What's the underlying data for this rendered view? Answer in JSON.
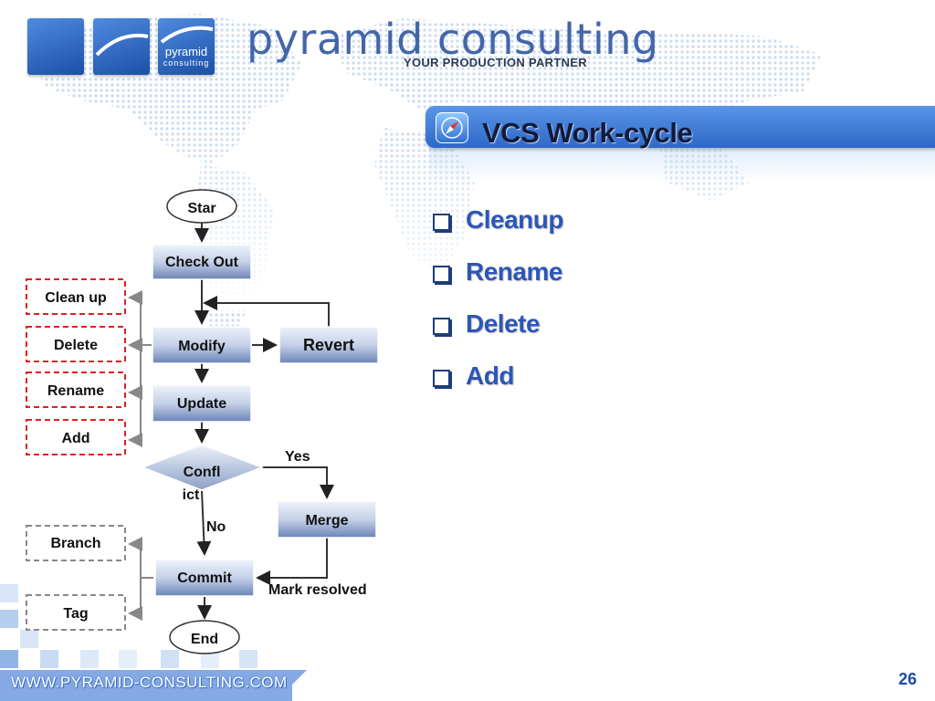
{
  "header": {
    "logo_text_line1": "pyramid",
    "logo_text_line2": "consulting",
    "brand_name": "pyramid consulting",
    "tagline": "YOUR PRODUCTION PARTNER"
  },
  "title": "VCS Work-cycle",
  "bullets": [
    {
      "label": "Cleanup"
    },
    {
      "label": "Rename"
    },
    {
      "label": "Delete"
    },
    {
      "label": "Add"
    }
  ],
  "flowchart": {
    "nodes": {
      "start": "Star",
      "checkout": "Check Out",
      "modify": "Modify",
      "revert": "Revert",
      "update": "Update",
      "conflict_line1": "Confl",
      "conflict_line2": "ict",
      "merge": "Merge",
      "commit": "Commit",
      "end": "End"
    },
    "side_ops": [
      "Clean up",
      "Delete",
      "Rename",
      "Add"
    ],
    "post_ops": [
      "Branch",
      "Tag"
    ],
    "edge_labels": {
      "yes": "Yes",
      "no": "No",
      "mark_resolved": "Mark resolved"
    }
  },
  "footer": {
    "url": "WWW.PYRAMID-CONSULTING.COM",
    "page_number": "26"
  },
  "colors": {
    "brand_blue": "#2e68c9",
    "bullet_text": "#2c56b8",
    "side_op_border": "#e02020",
    "post_op_border": "#888888",
    "process_box_top": "#e8edf7",
    "process_box_bottom": "#6b84b6"
  }
}
